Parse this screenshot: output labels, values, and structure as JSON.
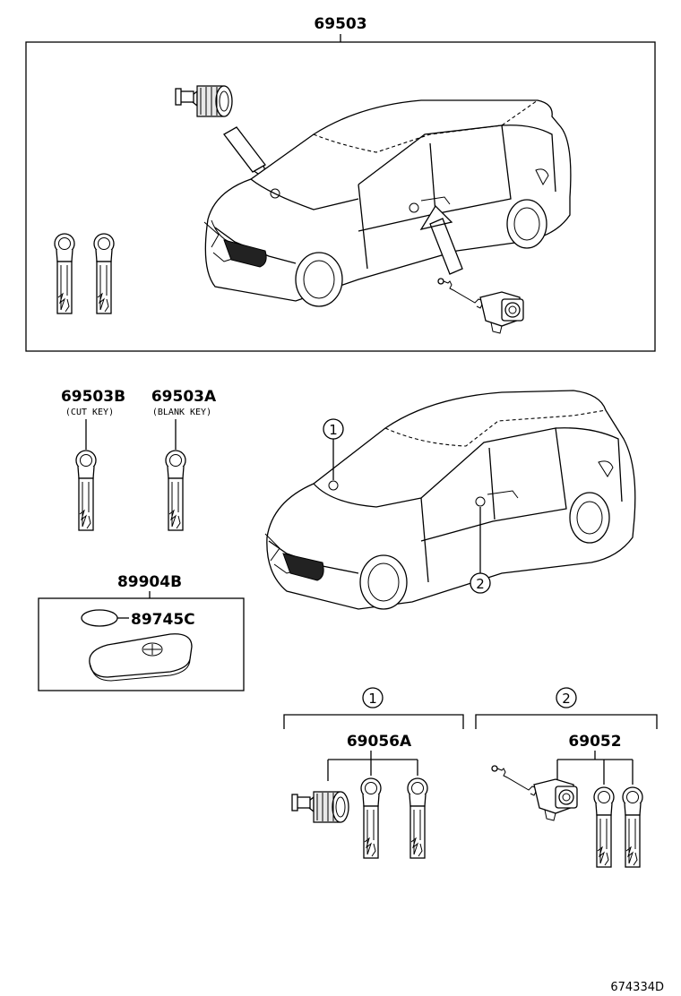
{
  "assembly": {
    "part_number": "69503"
  },
  "cut_key": {
    "part_number": "69503B",
    "description": "(CUT KEY)"
  },
  "blank_key": {
    "part_number": "69503A",
    "description": "(BLANK KEY)"
  },
  "transmitter": {
    "part_number": "89904B",
    "battery_part_number": "89745C"
  },
  "callouts": [
    "1",
    "2"
  ],
  "group_1": {
    "callout": "1",
    "part_number": "69056A"
  },
  "group_2": {
    "callout": "2",
    "part_number": "69052"
  },
  "diagram_code": "674334D"
}
